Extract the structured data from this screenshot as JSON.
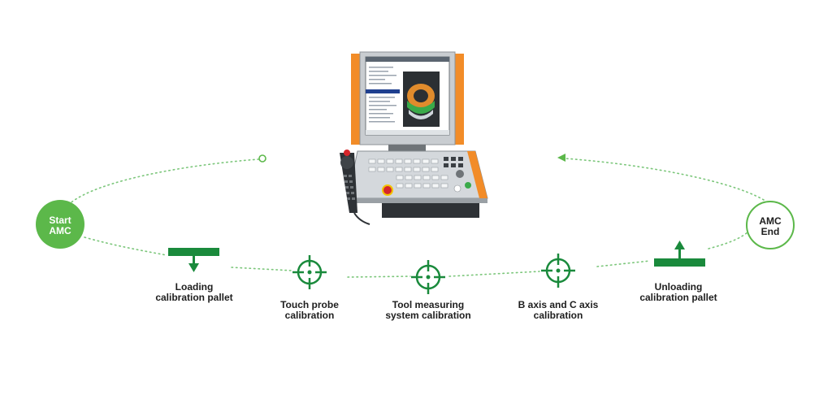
{
  "colors": {
    "green": "#1a8a3c",
    "light_green": "#5cb84a",
    "dotted": "#7bc67a",
    "orange": "#f28c28",
    "text": "#1e1e1e"
  },
  "nodes": {
    "start": {
      "line1": "Start",
      "line2": "AMC"
    },
    "end": {
      "line1": "AMC",
      "line2": "End"
    }
  },
  "steps": [
    {
      "icon": "pallet-down-arrow-icon",
      "line1": "Loading",
      "line2": "calibration pallet"
    },
    {
      "icon": "crosshair-target-icon",
      "line1": "Touch probe",
      "line2": "calibration"
    },
    {
      "icon": "crosshair-target-icon",
      "line1": "Tool measuring",
      "line2": "system calibration"
    },
    {
      "icon": "crosshair-target-icon",
      "line1": "B axis and C axis",
      "line2": "calibration"
    },
    {
      "icon": "pallet-up-arrow-icon",
      "line1": "Unloading",
      "line2": "calibration pallet"
    }
  ],
  "device": {
    "icon": "cnc-control-panel-icon"
  }
}
